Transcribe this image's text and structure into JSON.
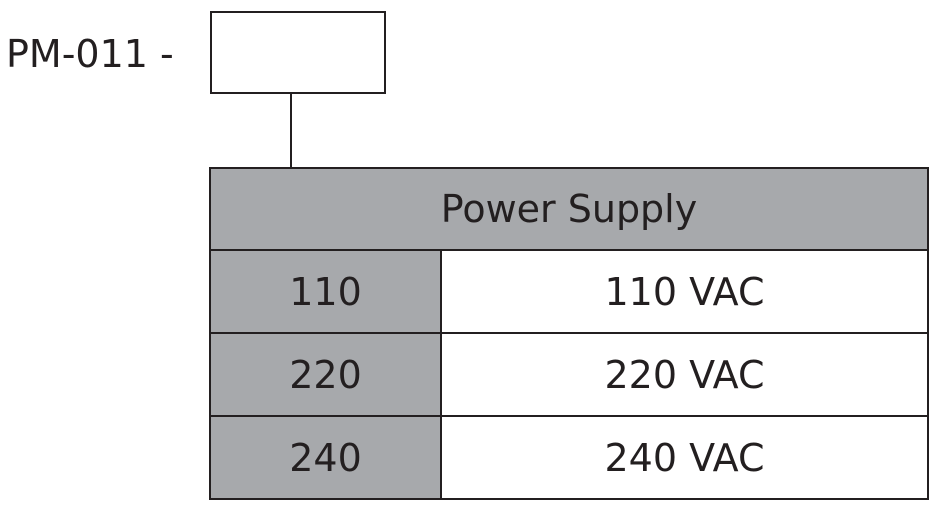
{
  "model": {
    "prefix": "PM-011 -"
  },
  "option_table": {
    "title": "Power Supply",
    "rows": [
      {
        "code": "110",
        "description": "110 VAC"
      },
      {
        "code": "220",
        "description": "220 VAC"
      },
      {
        "code": "240",
        "description": "240 VAC"
      }
    ]
  },
  "colors": {
    "shaded": "#a7a9ac",
    "line": "#231f20",
    "background": "#ffffff"
  }
}
